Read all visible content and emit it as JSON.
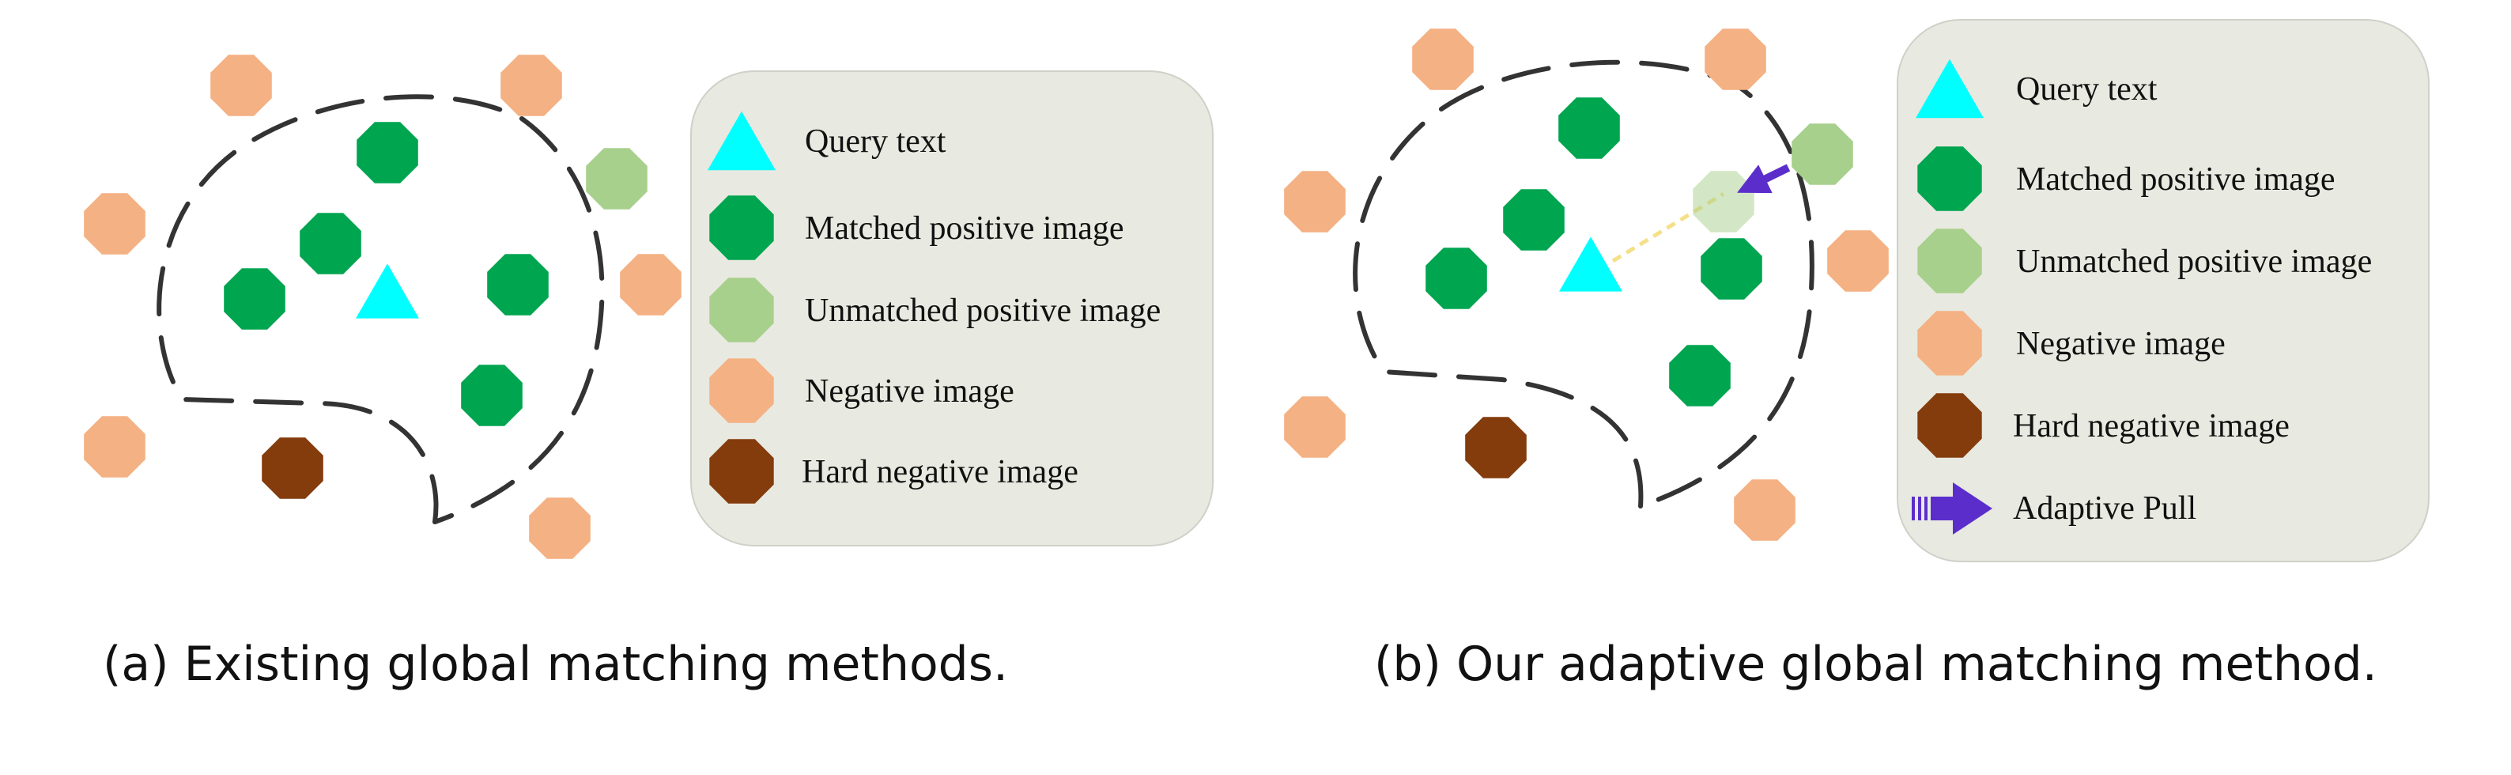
{
  "colors": {
    "query": "#00FFFF",
    "matched": "#00A550",
    "unmatched": "#A8D08D",
    "negative": "#F4B183",
    "hard_negative": "#843C0C",
    "pull_arrow": "#5B2ECC",
    "legend_bg": "#E8E9E0",
    "boundary": "#333333",
    "dotted_link": "#F5E08A"
  },
  "panel_a": {
    "caption": "(a) Existing global matching methods.",
    "legend": {
      "query": "Query text",
      "matched": "Matched positive image",
      "unmatched": "Unmatched positive image",
      "negative": "Negative image",
      "hard_negative": "Hard negative image"
    }
  },
  "panel_b": {
    "caption": "(b) Our adaptive global matching method.",
    "legend": {
      "query": "Query text",
      "matched": "Matched positive image",
      "unmatched": "Unmatched positive image",
      "negative": "Negative image",
      "hard_negative": "Hard negative image",
      "adaptive_pull": "Adaptive Pull"
    }
  },
  "icons": {
    "query": "triangle-icon",
    "image": "octagon-icon",
    "pull": "arrow-icon"
  }
}
